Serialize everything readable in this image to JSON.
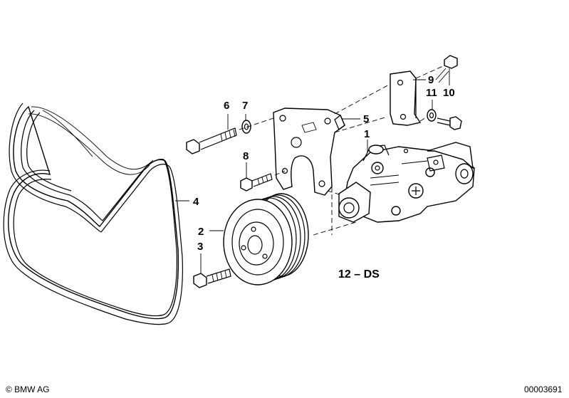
{
  "diagram": {
    "callouts": [
      {
        "id": "c1",
        "text": "1"
      },
      {
        "id": "c2",
        "text": "2"
      },
      {
        "id": "c3",
        "text": "3"
      },
      {
        "id": "c4",
        "text": "4"
      },
      {
        "id": "c5",
        "text": "5"
      },
      {
        "id": "c6",
        "text": "6"
      },
      {
        "id": "c7",
        "text": "7"
      },
      {
        "id": "c8",
        "text": "8"
      },
      {
        "id": "c9",
        "text": "9"
      },
      {
        "id": "c10",
        "text": "10"
      },
      {
        "id": "c11",
        "text": "11"
      }
    ],
    "group_code": "12 – DS",
    "copyright": "© BMW AG",
    "drawing_number": "00003691"
  }
}
